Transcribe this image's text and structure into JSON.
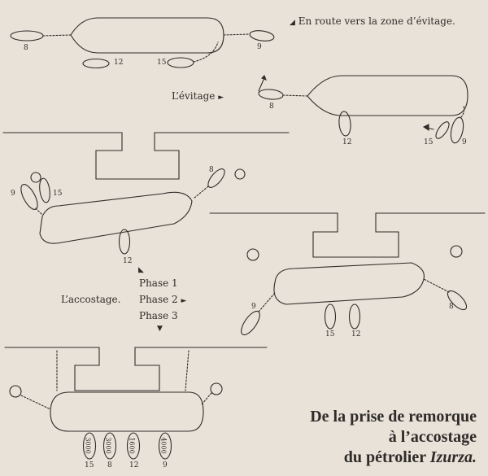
{
  "title": {
    "line1": "De la prise de remorque",
    "line2": "à l’accostage",
    "line3_prefix": "du pétrolier ",
    "ship_name": "Izurza."
  },
  "labels": {
    "en_route": "En route vers la zone d’évitage.",
    "evitage": "L’évitage",
    "accostage": "L’accostage.",
    "phase1": "Phase 1",
    "phase2": "Phase 2",
    "phase3": "Phase 3"
  },
  "tugs": {
    "t8": "8",
    "t9": "9",
    "t12": "12",
    "t15": "15"
  },
  "powers": {
    "p15": "3000",
    "p8": "3000",
    "p12": "1600",
    "p9": "4000"
  }
}
